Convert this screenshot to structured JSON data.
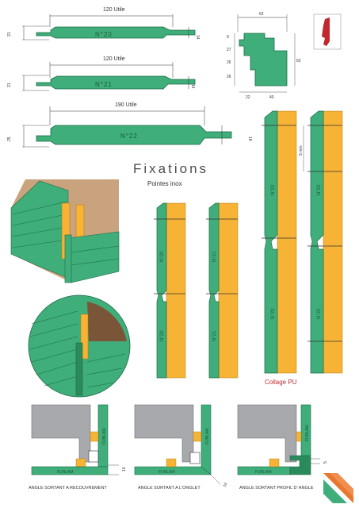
{
  "profiles": [
    {
      "id": "n20",
      "label": "N°20",
      "width_label": "120 Utile",
      "height_label": "21",
      "thickness_label": "14"
    },
    {
      "id": "n21",
      "label": "N°21",
      "width_label": "120 Utile",
      "height_label": "21",
      "thickness_label": "14"
    },
    {
      "id": "n22",
      "label": "N°22",
      "width_label": "190 Utile",
      "height_label": "25",
      "thickness_label": "18"
    }
  ],
  "section_dims": {
    "top": "62",
    "left_a": "9",
    "left_b": "27",
    "left_c": "26",
    "left_d": "26",
    "right": "62",
    "bottom_a": "22",
    "bottom_b": "40"
  },
  "fixations": {
    "title": "Fixations",
    "subtitle": "Pointes inox",
    "glue_label": "Collage PU",
    "gap_label": "5 mm"
  },
  "fix_columns": [
    {
      "id": "c1",
      "labels": [
        "N°20",
        "N°20"
      ]
    },
    {
      "id": "c2",
      "labels": [
        "N°21",
        "N°21"
      ]
    },
    {
      "id": "c3",
      "labels": [
        "N°22",
        "N°22"
      ]
    },
    {
      "id": "c4",
      "labels": [
        "N°22",
        "N°22"
      ]
    }
  ],
  "corners": [
    {
      "id": "recouvrement",
      "caption": "ANGLE SORTANT A RECOUVREMENT",
      "funlam_h": "FUNLAM",
      "funlam_v": "FUNLAM",
      "dim": "10"
    },
    {
      "id": "onglet",
      "caption": "ANGLE SORTANT A L'ONGLET",
      "funlam_h": "FUNLAM",
      "funlam_v": "FUNLAM",
      "dim": "10"
    },
    {
      "id": "profil",
      "caption": "ANGLE SORTANT PROFIL D' ANGLE",
      "funlam_h": "FUNLAM",
      "funlam_v": "FUNLAM",
      "dim": "5"
    }
  ],
  "colors": {
    "board": "#3fae7a",
    "board_dark": "#2a8a5c",
    "batten": "#f6b335",
    "wall": "#c9a27e",
    "frame": "#a7a9ac",
    "logo_orange": "#e9772f",
    "logo_green": "#3fae7a",
    "red": "#c0282d"
  }
}
